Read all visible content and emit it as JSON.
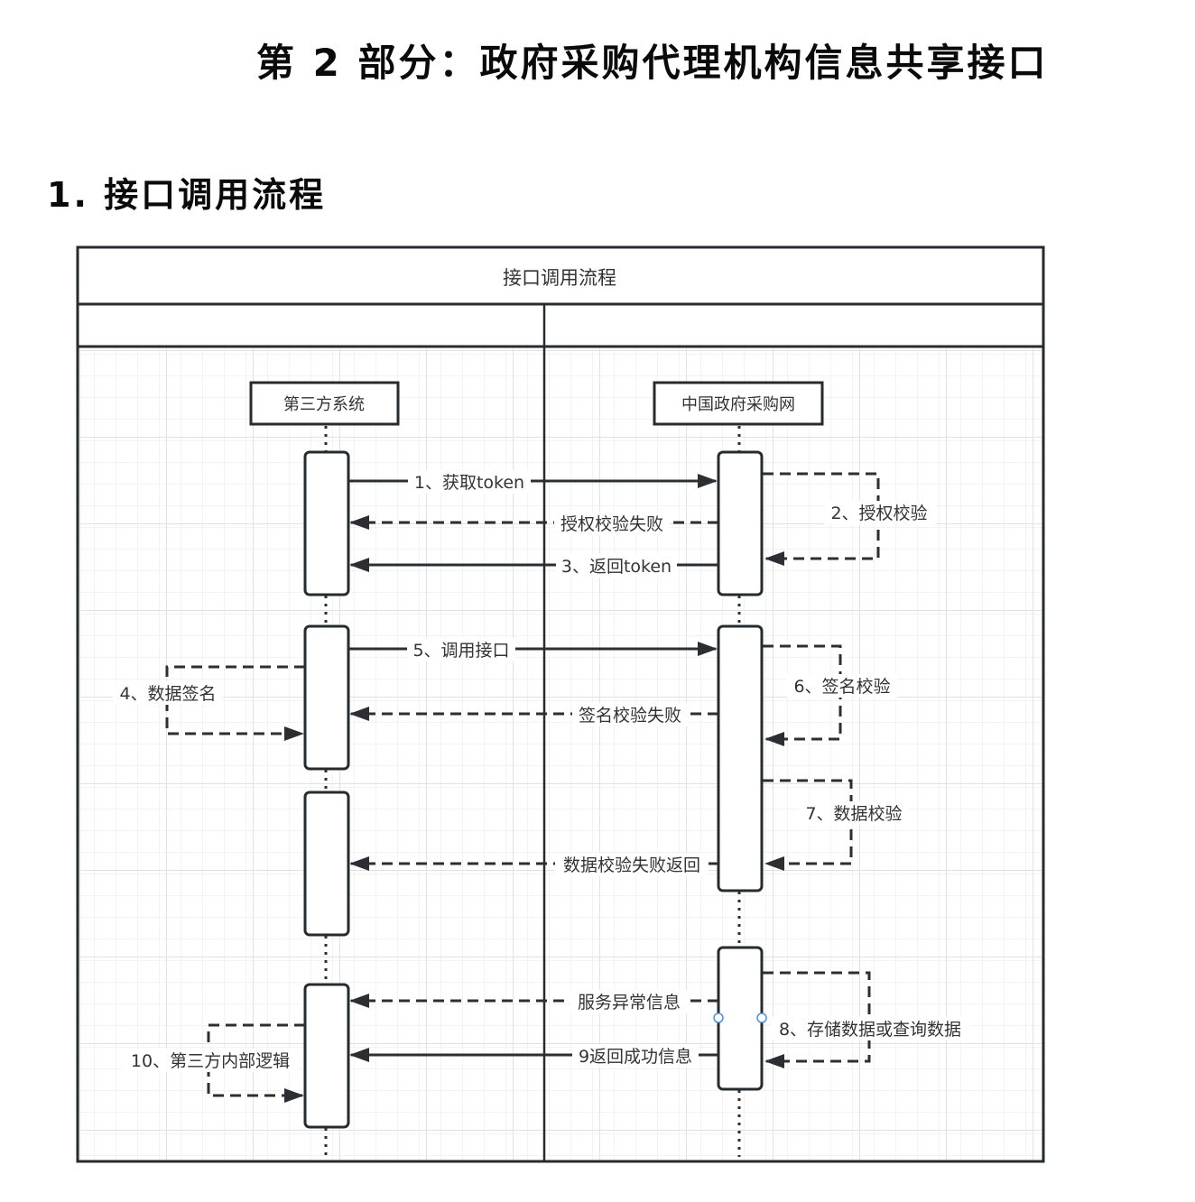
{
  "document": {
    "title": "第 2 部分：政府采购代理机构信息共享接口",
    "section_title": "1. 接口调用流程"
  },
  "diagram": {
    "pool_title": "接口调用流程",
    "lanes": [
      "",
      ""
    ],
    "actors": [
      {
        "id": "third-party",
        "label": "第三方系统"
      },
      {
        "id": "ccgp",
        "label": "中国政府采购网"
      }
    ],
    "messages": [
      {
        "id": "m1",
        "label": "1、获取token",
        "from": "third-party",
        "to": "ccgp",
        "style": "solid"
      },
      {
        "id": "m2",
        "label": "2、授权校验",
        "from": "ccgp",
        "to": "ccgp",
        "style": "dashed"
      },
      {
        "id": "m2f",
        "label": "授权校验失败",
        "from": "ccgp",
        "to": "third-party",
        "style": "dashed"
      },
      {
        "id": "m3",
        "label": "3、返回token",
        "from": "ccgp",
        "to": "third-party",
        "style": "solid"
      },
      {
        "id": "m5",
        "label": "5、调用接口",
        "from": "third-party",
        "to": "ccgp",
        "style": "solid"
      },
      {
        "id": "m4",
        "label": "4、数据签名",
        "from": "third-party",
        "to": "third-party",
        "style": "dashed"
      },
      {
        "id": "m6",
        "label": "6、签名校验",
        "from": "ccgp",
        "to": "ccgp",
        "style": "dashed"
      },
      {
        "id": "m6f",
        "label": "签名校验失败",
        "from": "ccgp",
        "to": "third-party",
        "style": "dashed"
      },
      {
        "id": "m7",
        "label": "7、数据校验",
        "from": "ccgp",
        "to": "ccgp",
        "style": "dashed"
      },
      {
        "id": "m7f",
        "label": "数据校验失败返回",
        "from": "ccgp",
        "to": "third-party",
        "style": "dashed"
      },
      {
        "id": "m8e",
        "label": "服务异常信息",
        "from": "ccgp",
        "to": "third-party",
        "style": "dashed"
      },
      {
        "id": "m8",
        "label": "8、存储数据或查询数据",
        "from": "ccgp",
        "to": "ccgp",
        "style": "dashed"
      },
      {
        "id": "m9",
        "label": "9返回成功信息",
        "from": "ccgp",
        "to": "third-party",
        "style": "solid"
      },
      {
        "id": "m10",
        "label": "10、第三方内部逻辑",
        "from": "third-party",
        "to": "third-party",
        "style": "dashed"
      }
    ],
    "colors": {
      "stroke": "#262b30",
      "text": "#333333",
      "grid_minor": "#efefef",
      "grid_major": "#e2e2e2",
      "selection_handle": "#4a8fe7"
    }
  }
}
